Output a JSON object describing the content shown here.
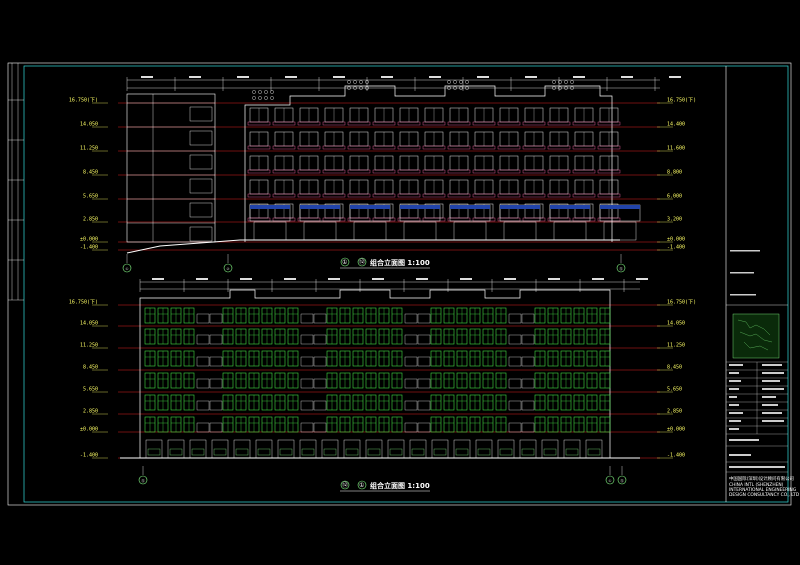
{
  "drawing": {
    "elevation_top": {
      "title_prefix": "①",
      "title_suffix": "⑫",
      "title_text": "组合立面图 1:100",
      "left_levels": [
        "16.750(下)",
        "14.050",
        "11.250",
        "8.450",
        "5.650",
        "2.850",
        "±0.000",
        "-1.400"
      ],
      "right_levels": [
        "16.750(下)",
        "14.400",
        "11.600",
        "8.800",
        "6.000",
        "3.200",
        "±0.000",
        "-1.400"
      ],
      "axis_marks": [
        "①",
        "②",
        "⑫"
      ]
    },
    "elevation_bottom": {
      "title_prefix": "⑫",
      "title_suffix": "①",
      "title_text": "组合立面图 1:100",
      "left_levels": [
        "16.750(下)",
        "14.050",
        "11.250",
        "8.450",
        "5.650",
        "2.850",
        "±0.000",
        "-1.400"
      ],
      "right_levels": [
        "16.750(下)",
        "14.050",
        "11.250",
        "8.450",
        "5.650",
        "2.850",
        "±0.000",
        "-1.400"
      ],
      "axis_marks": [
        "⑫",
        "①",
        "⑫"
      ]
    },
    "title_block": {
      "company_cn": "中国国际(深圳)设计顾问有限公司",
      "company_en_1": "CHINA INTL (SHENZHEN)",
      "company_en_2": "INTERNATIONAL ENGINEERING",
      "company_en_3": "DESIGN CONSULTANCY CO., LTD"
    }
  }
}
